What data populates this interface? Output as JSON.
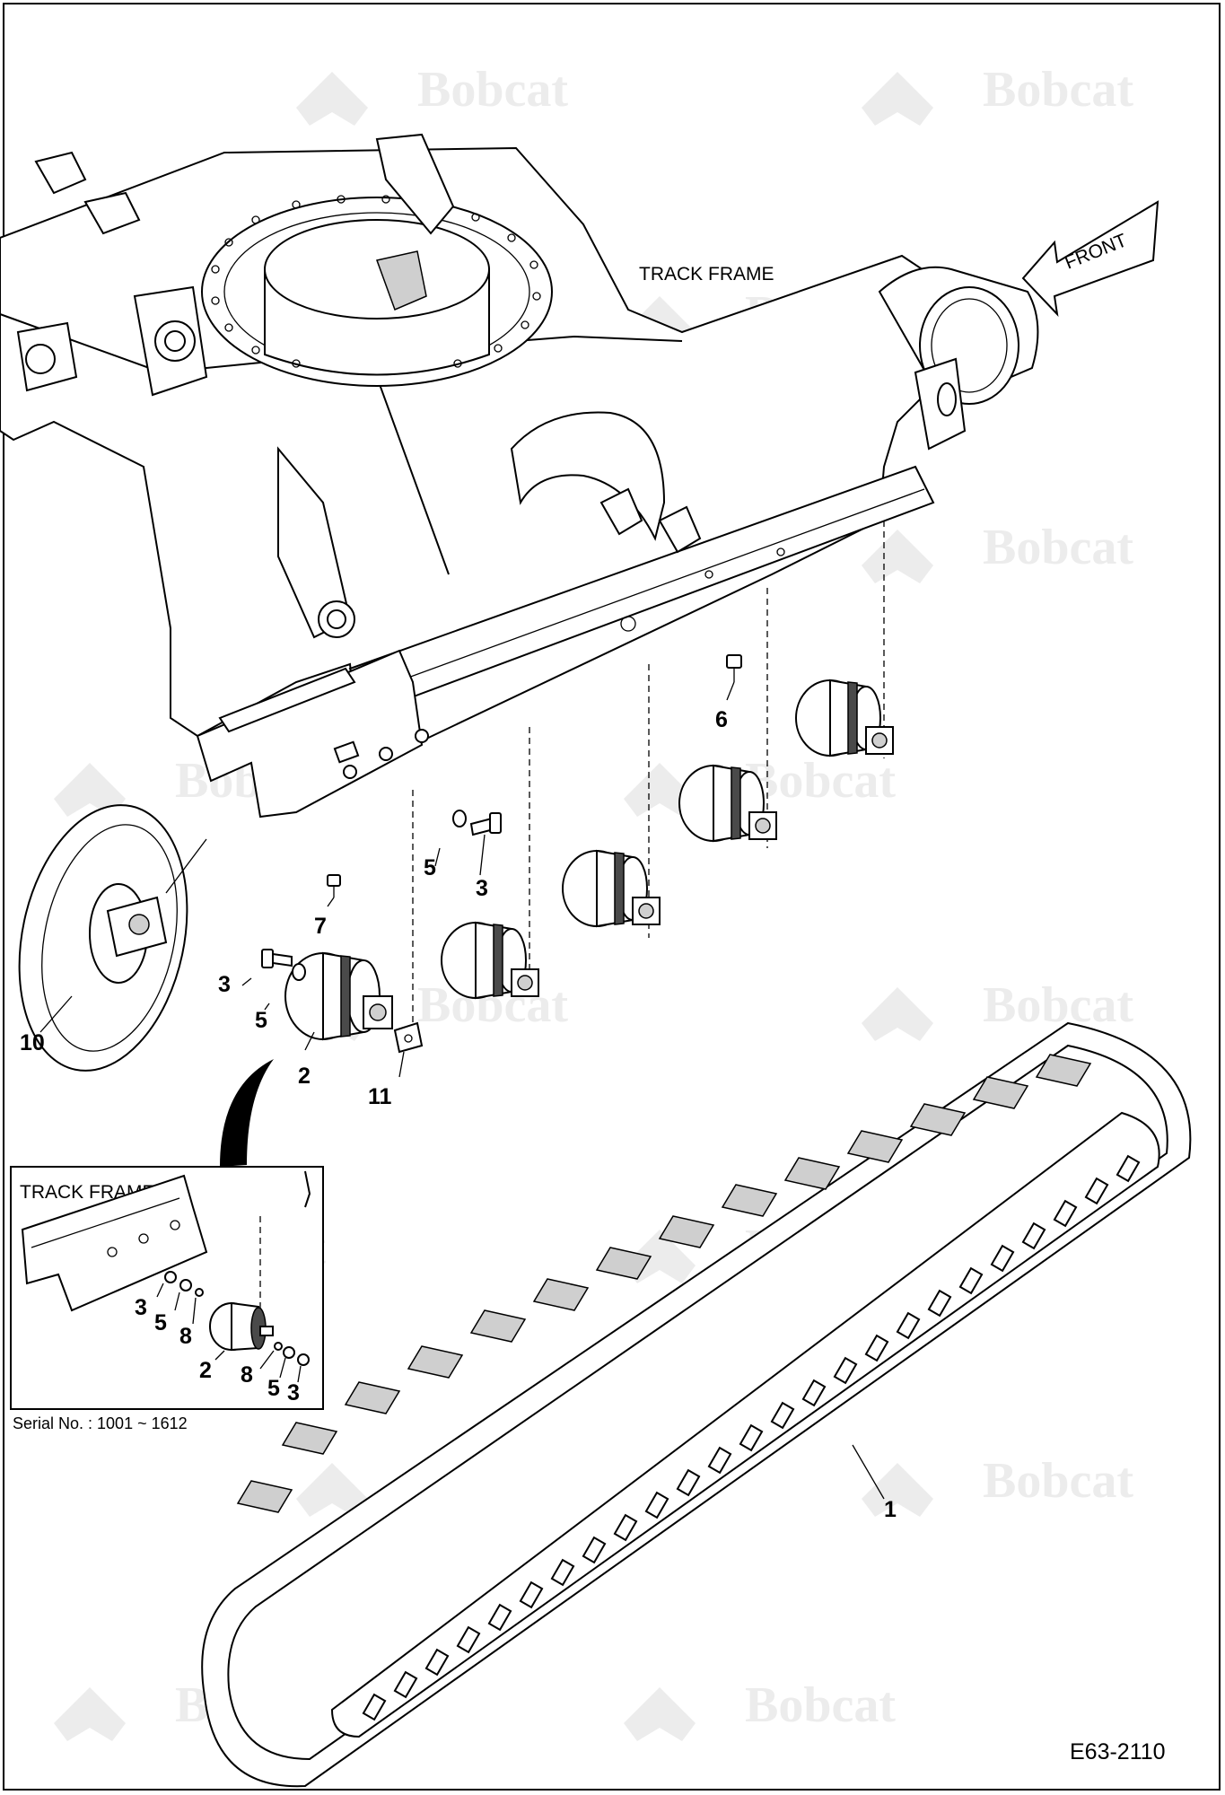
{
  "watermark": {
    "brand": "Bobcat"
  },
  "labels": {
    "track_frame": "TRACK FRAME",
    "front": "FRONT",
    "doc_code": "E63-2110"
  },
  "callouts": {
    "c1": "1",
    "c2": "2",
    "c3a": "3",
    "c3b": "3",
    "c5a": "5",
    "c5b": "5",
    "c6": "6",
    "c7": "7",
    "c10": "10",
    "c11": "11"
  },
  "inset": {
    "title": "TRACK FRAME",
    "serial": "Serial No. : 1001 ~ 1612",
    "callouts": {
      "i3a": "3",
      "i5a": "5",
      "i8a": "8",
      "i2": "2",
      "i8b": "8",
      "i5b": "5",
      "i3b": "3"
    }
  },
  "colors": {
    "ink": "#000000",
    "paper": "#ffffff",
    "watermark": "#ececec",
    "shade": "#4a4a4a"
  },
  "icons": [
    "bobcat-logo-watermark",
    "front-arrow-icon",
    "curved-pointer-arrow-icon"
  ]
}
